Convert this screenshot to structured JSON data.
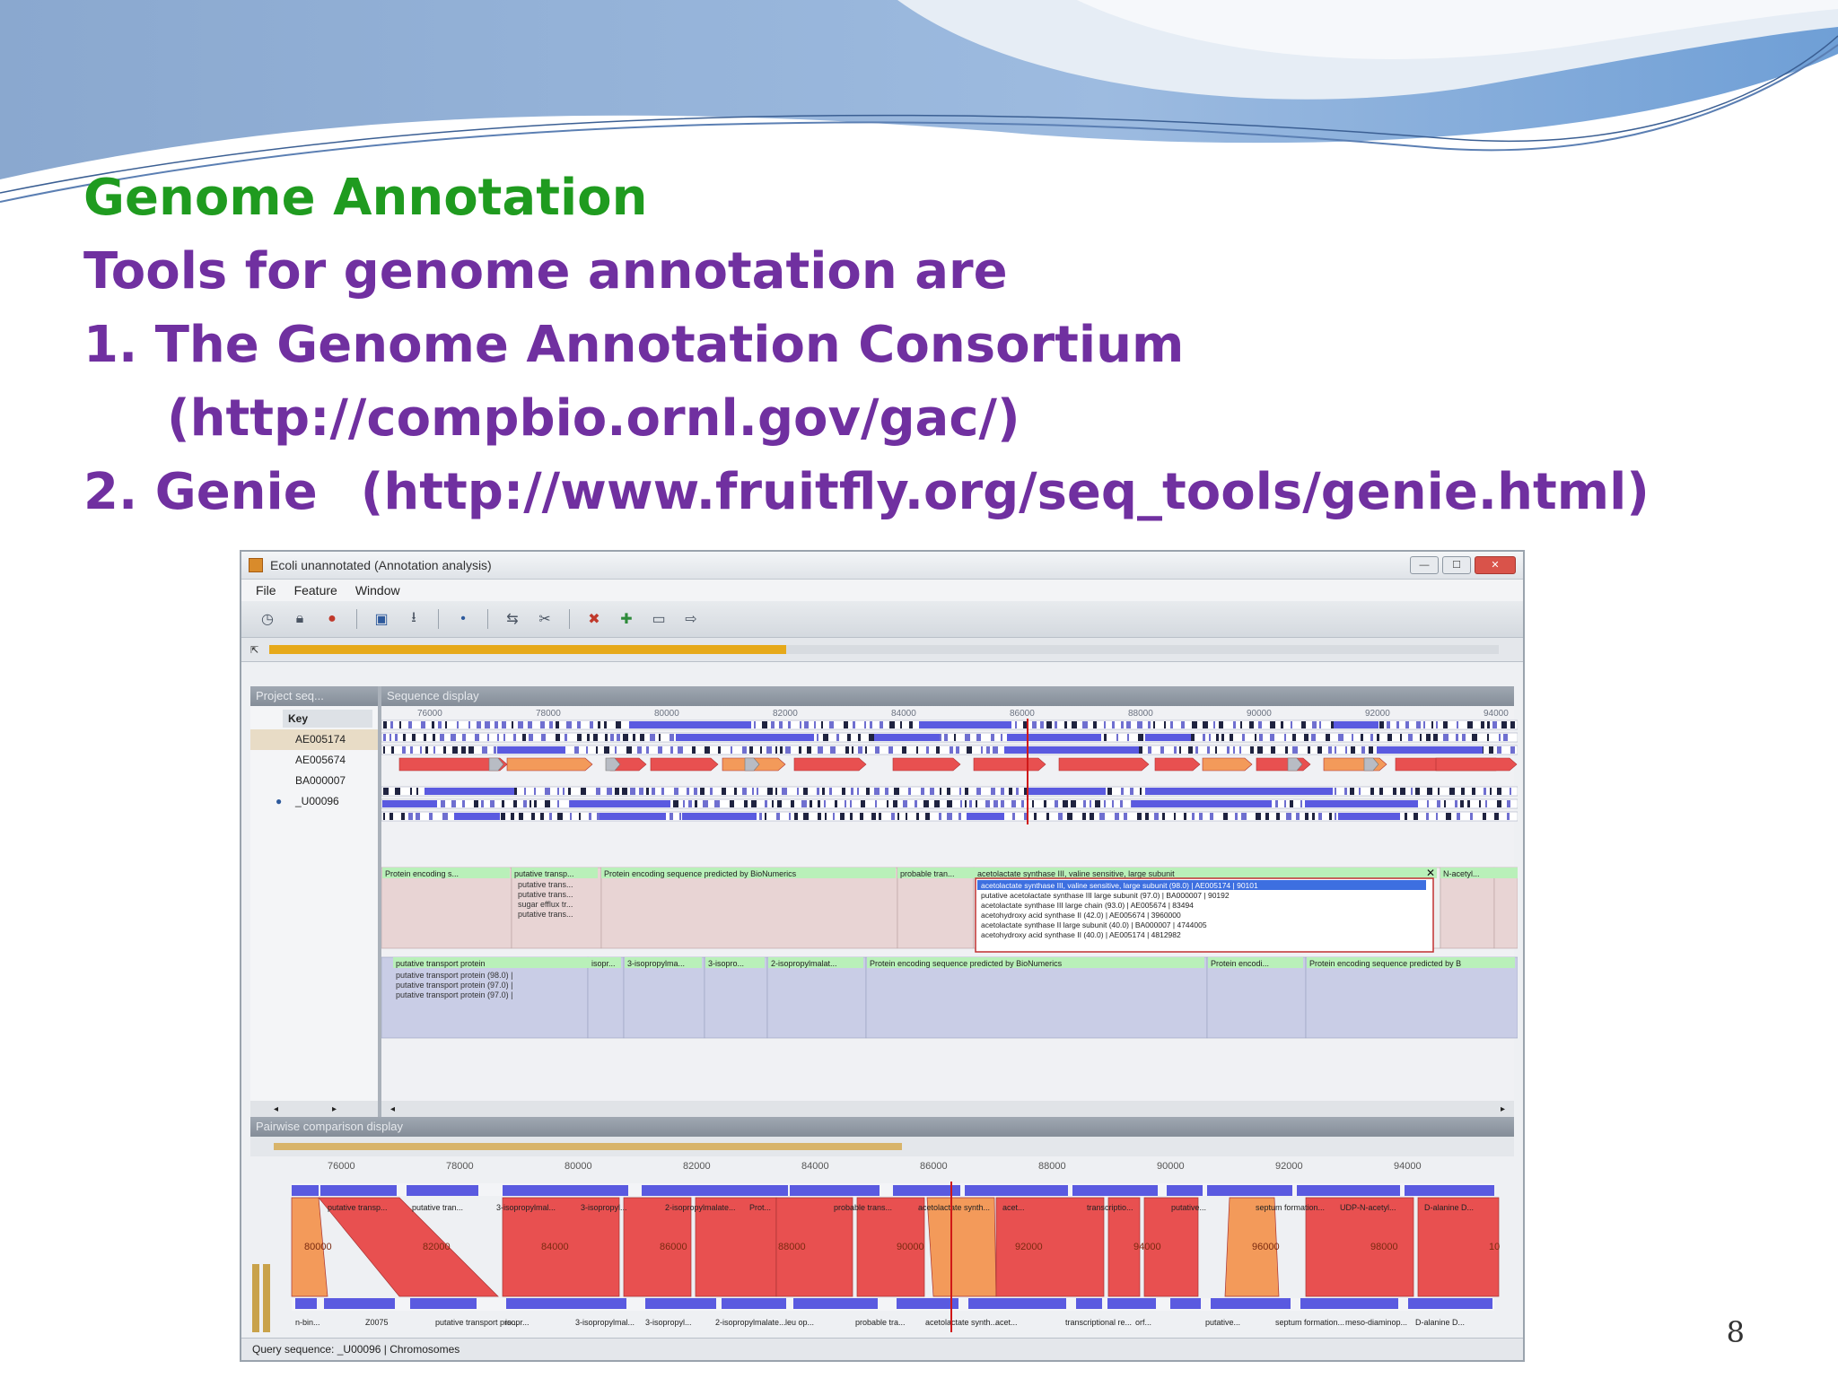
{
  "slide": {
    "heading": "Genome Annotation",
    "lines": [
      "Tools for genome annotation are",
      "1. The Genome Annotation Consortium",
      "(http://compbio.ornl.gov/gac/)"
    ],
    "genie_name": "2. Genie",
    "genie_url": "(http://www.fruitfly.org/seq_tools/genie.html)",
    "page_number": "8"
  },
  "colors": {
    "heading": "#1f9b1f",
    "body_text": "#7030a0",
    "forward_feature": "#e85050",
    "feature_orange": "#f39a5a",
    "reverse_feature": "#5a5ae0",
    "cursor_line": "#d01818",
    "progress": "#e6a91a"
  },
  "app": {
    "title": "Ecoli unannotated (Annotation analysis)",
    "menu": [
      "File",
      "Feature",
      "Window"
    ],
    "toolbar_icons": [
      "clock-icon",
      "lock-icon",
      "record-icon",
      "save-icon",
      "export-icon",
      "dot-icon",
      "import-icon",
      "delete-icon",
      "remove-icon",
      "add-icon",
      "folder-icon",
      "arrow-icon"
    ],
    "progress_fraction": 0.42,
    "project_panel": {
      "title": "Project seq...",
      "key_header": "Key",
      "keys": [
        "AE005174",
        "AE005674",
        "BA000007",
        "_U00096"
      ],
      "selected_index": 0
    },
    "sequence_display": {
      "title": "Sequence display",
      "ruler": [
        "76000",
        "78000",
        "80000",
        "82000",
        "84000",
        "86000",
        "88000",
        "90000",
        "92000",
        "94000"
      ],
      "annotation_row1": [
        "Protein encoding s...",
        "putative transp...",
        "Protein encoding sequence predicted by BioNumerics",
        "probable tran...",
        "acetolactate synthase III, valine sensitive, large subunit",
        "N-acetyl..."
      ],
      "annotation_row1_sub": [
        "putative trans...",
        "putative trans...",
        "sugar efflux tr...",
        "putative trans..."
      ],
      "popup_items": [
        "acetolactate synthase III, valine sensitive, large subunit (98.0) | AE005174 | 90101",
        "putative acetolactate synthase III large subunit (97.0) | BA000007 | 90192",
        "acetolactate synthase III large chain (93.0) | AE005674 | 83494",
        "acetohydroxy acid synthase II (42.0) | AE005674 | 3960000",
        "acetolactate synthase II large subunit (40.0) | BA000007 | 4744005",
        "acetohydroxy acid synthase II (40.0) | AE005174 | 4812982"
      ],
      "annotation_row2": [
        "putative transport protein",
        "isopr...",
        "3-isopropylma...",
        "3-isopro...",
        "2-isopropylmalat...",
        "Protein encoding sequence predicted by BioNumerics",
        "Protein encodi...",
        "Protein encoding sequence predicted by B"
      ],
      "annotation_row2_sub": [
        "putative transport protein (98.0) |",
        "putative transport protein (97.0) |",
        "putative transport protein (97.0) |"
      ]
    },
    "pairwise": {
      "title": "Pairwise comparison display",
      "ruler_top": [
        "76000",
        "78000",
        "80000",
        "82000",
        "84000",
        "86000",
        "88000",
        "90000",
        "92000",
        "94000"
      ],
      "ruler_bottom": [
        "80000",
        "82000",
        "84000",
        "86000",
        "88000",
        "90000",
        "92000",
        "94000",
        "96000",
        "98000",
        "10"
      ],
      "labels_top": [
        "putative transp...",
        "putative tran...",
        "3-isopropylmal...",
        "3-isopropyl...",
        "2-isopropylmalate...",
        "Prot...",
        "probable trans...",
        "acetolactate synth...",
        "acet...",
        "transcriptio...",
        "putative...",
        "septum formation...",
        "UDP-N-acetyl...",
        "D-alanine D..."
      ],
      "labels_bottom": [
        "n-bin...",
        "Z0075",
        "putative transport pro...",
        "isopr...",
        "3-isopropylmal...",
        "3-isopropyl...",
        "2-isopropylmalate...",
        "leu op...",
        "probable tra...",
        "acetolactate synth...",
        "acet...",
        "transcriptional re...",
        "orf...",
        "putative...",
        "septum formation...",
        "meso-diaminop...",
        "D-alanine D..."
      ]
    },
    "status": "Query sequence: _U00096 | Chromosomes"
  }
}
